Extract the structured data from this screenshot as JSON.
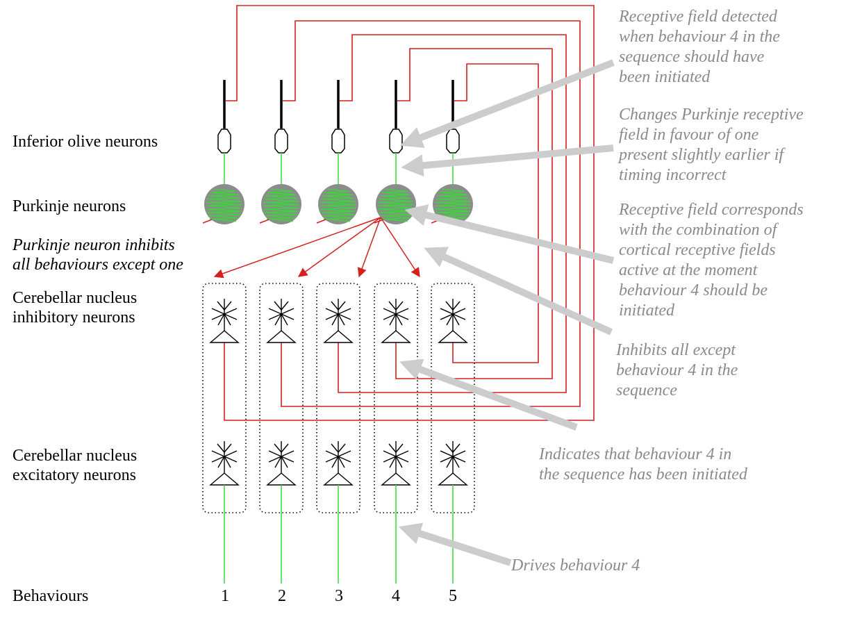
{
  "labels": {
    "inferior_olive": "Inferior olive neurons",
    "purkinje": "Purkinje neurons",
    "purkinje_inhibits": [
      "Purkinje neuron inhibits",
      "all behaviours except one"
    ],
    "inhibitory": [
      "Cerebellar nucleus",
      "inhibitory neurons"
    ],
    "excitatory": [
      "Cerebellar nucleus",
      "excitatory neurons"
    ],
    "behaviours": "Behaviours"
  },
  "behaviour_numbers": [
    "1",
    "2",
    "3",
    "4",
    "5"
  ],
  "annotations": {
    "receptive_detected": [
      "Receptive field detected",
      "when  behaviour 4 in the",
      "sequence should have",
      "been initiated"
    ],
    "changes_purkinje": [
      "Changes Purkinje receptive",
      "field in favour of one",
      "present slightly earlier if",
      "timing incorrect"
    ],
    "receptive_corresponds": [
      "Receptive field corresponds",
      "with the combination of",
      "cortical receptive fields",
      "active at the moment",
      "behaviour 4 should be",
      "initiated"
    ],
    "inhibits_all": [
      "Inhibits all except",
      "behaviour 4 in the",
      "sequence"
    ],
    "indicates_initiated": [
      "Indicates that behaviour 4 in",
      "the sequence has been initiated"
    ],
    "drives": "Drives behaviour 4"
  },
  "colors": {
    "wiring": "#d42020",
    "green": "#33dd33",
    "purkinje_fill": "#8c8c8c",
    "arrow_gray": "#cccccc",
    "annotation_text": "#8a8a8a"
  }
}
